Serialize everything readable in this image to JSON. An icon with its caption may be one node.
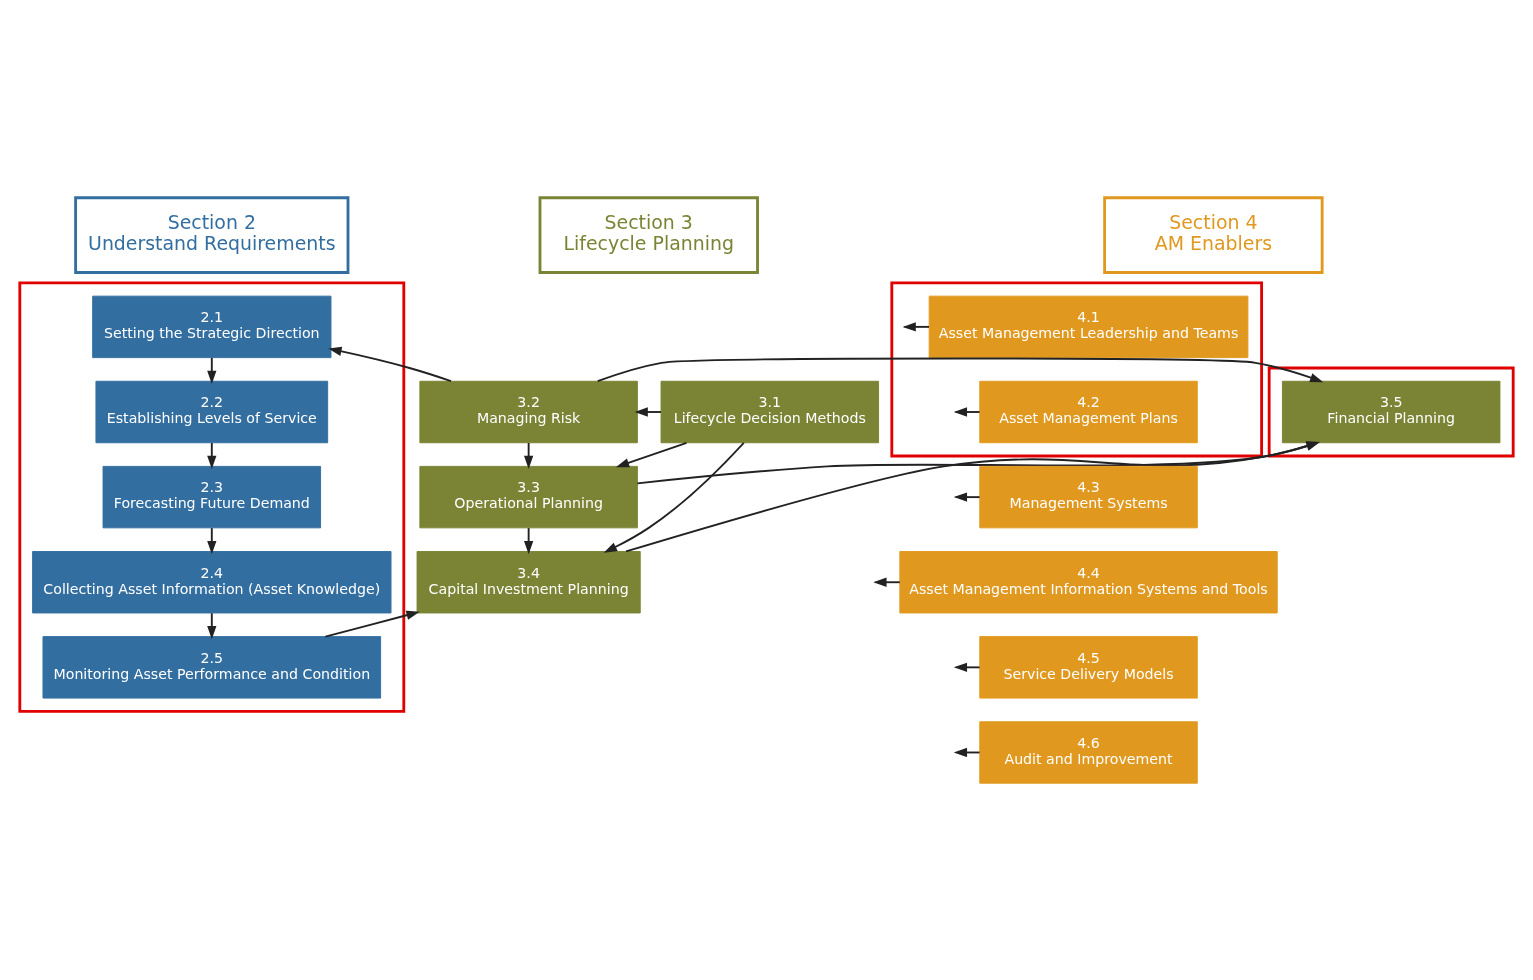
{
  "diagram": {
    "nodes": [
      {
        "text": [
          "Section 2",
          "Understand Requirements"
        ]
      },
      {
        "text": [
          "Section 3",
          "Lifecycle Planning"
        ]
      },
      {
        "text": [
          "Section 4",
          "AM Enablers"
        ]
      },
      {
        "text": [],
        "shape": "box"
      },
      {
        "text": [
          "2.1",
          "Setting the Strategic Direction"
        ],
        "in": 3
      },
      {
        "text": [
          "2.2",
          "Establishing Levels of Service"
        ],
        "in": 3
      },
      {
        "text": [
          "2.3",
          "Forecasting Future Demand"
        ],
        "in": 3
      },
      {
        "text": [
          "2.4",
          "Collecting Asset Information (Asset Knowledge)"
        ],
        "in": 3
      },
      {
        "text": [
          "2.5",
          "Monitoring Asset Performance and Condition"
        ],
        "in": 3
      },
      {
        "text": [
          "3.1",
          "Lifecycle Decision Methods"
        ]
      },
      {
        "text": [
          "3.2",
          "Managing Risk"
        ]
      },
      {
        "text": [
          "3.3",
          "Operational Planning"
        ]
      },
      {
        "text": [
          "3.4",
          "Capital Investment Planning"
        ]
      },
      {
        "text": [],
        "shape": "box"
      },
      {
        "text": [
          "3.5",
          "Financial Planning"
        ],
        "in": 13
      },
      {
        "text": [],
        "shape": "box"
      },
      {
        "text": [
          "4.1",
          "Asset Management Leadership and Teams"
        ],
        "in": 15
      },
      {
        "text": [
          "4.2",
          "Asset Management Plans"
        ],
        "in": 15
      },
      {
        "text": [
          "4.3",
          "Management Systems"
        ]
      },
      {
        "text": [
          "4.4",
          "Asset Management Information Systems and Tools"
        ]
      },
      {
        "text": [
          "4.5",
          "Service Delivery Models"
        ]
      },
      {
        "text": [
          "4.6",
          "Audit and Improvement"
        ]
      }
    ],
    "edges": [
      {
        "from": 4,
        "to": 5,
        "arrow": "to"
      },
      {
        "from": 5,
        "to": 6,
        "arrow": "to"
      },
      {
        "from": 6,
        "to": 7,
        "arrow": "to"
      },
      {
        "from": 7,
        "to": 8,
        "arrow": "to"
      },
      {
        "from": 10,
        "to": 4,
        "arrow": "to"
      },
      {
        "from": 8,
        "to": 12,
        "arrow": "to"
      },
      {
        "from": 9,
        "to": 10,
        "arrow": "to"
      },
      {
        "from": 9,
        "to": 11,
        "arrow": "to"
      },
      {
        "from": 9,
        "to": 12,
        "arrow": "to"
      },
      {
        "from": 10,
        "to": 11,
        "arrow": "to"
      },
      {
        "from": 11,
        "to": 12,
        "arrow": "to"
      },
      {
        "from": 10,
        "to": 14,
        "arrow": "to"
      },
      {
        "from": 11,
        "to": 14,
        "arrow": "to"
      },
      {
        "from": 12,
        "to": 14,
        "arrow": "to"
      },
      {
        "from": 16,
        "to": null,
        "arrow": "to"
      },
      {
        "from": 17,
        "to": null,
        "arrow": "to"
      },
      {
        "from": 18,
        "to": null,
        "arrow": "to"
      },
      {
        "from": 19,
        "to": null,
        "arrow": "to"
      },
      {
        "from": 20,
        "to": null,
        "arrow": "to"
      },
      {
        "from": 21,
        "to": null,
        "arrow": "to"
      }
    ]
  }
}
